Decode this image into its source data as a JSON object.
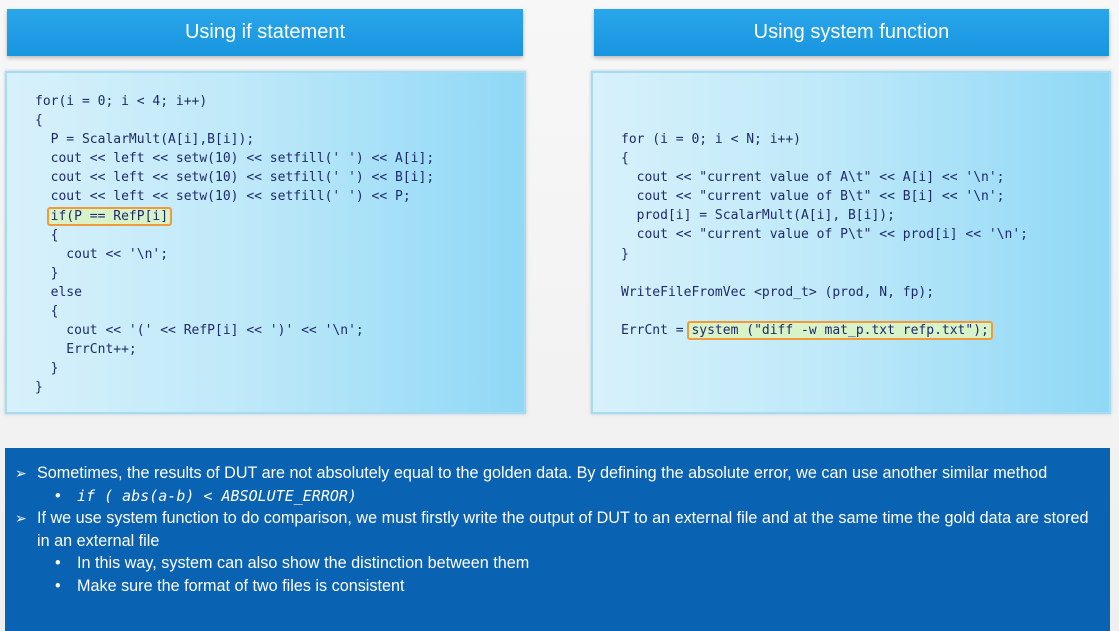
{
  "headers": {
    "left": "Using if statement",
    "right": "Using system function"
  },
  "code_left": {
    "lines": {
      "l1": "for(i = 0; i < 4; i++)",
      "l2": "{",
      "l3": "  P = ScalarMult(A[i],B[i]);",
      "l4": "  cout << left << setw(10) << setfill(' ') << A[i];",
      "l5": "  cout << left << setw(10) << setfill(' ') << B[i];",
      "l6": "  cout << left << setw(10) << setfill(' ') << P;",
      "l7_prefix": "  ",
      "l7_highlight": "if(P == RefP[i]",
      "l8": "  {",
      "l9": "    cout << '\\n';",
      "l10": "  }",
      "l11": "  else",
      "l12": "  {",
      "l13": "    cout << '(' << RefP[i] << ')' << '\\n';",
      "l14": "    ErrCnt++;",
      "l15": "  }",
      "l16": "}"
    }
  },
  "code_right": {
    "lines": {
      "r1": "for (i = 0; i < N; i++)",
      "r2": "{",
      "r3": "  cout << \"current value of A\\t\" << A[i] << '\\n';",
      "r4": "  cout << \"current value of B\\t\" << B[i] << '\\n';",
      "r5": "  prod[i] = ScalarMult(A[i], B[i]);",
      "r6": "  cout << \"current value of P\\t\" << prod[i] << '\\n';",
      "r7": "}",
      "r8": "",
      "r9": "WriteFileFromVec <prod_t> (prod, N, fp);",
      "r10": "",
      "r11_prefix": "ErrCnt = ",
      "r11_highlight": "system (\"diff -w mat_p.txt refp.txt\");"
    }
  },
  "notes": {
    "arrow_glyph": "➢",
    "dot_glyph": "•",
    "b1": "Sometimes, the results of DUT are not absolutely equal to the golden data. By defining the absolute error, we can use another similar method",
    "b1_sub1": "if ( abs(a-b) < ABSOLUTE_ERROR)",
    "b2": "If we use system function to do comparison, we must firstly write the output of DUT to an external file and at the same time the gold data are stored in an external file",
    "b2_sub1": "In this way, system can also show the distinction between them",
    "b2_sub2": "Make sure the format of two files is consistent"
  },
  "colors": {
    "header_blue": "#1e9de6",
    "panel_cyan": "#bfe9f9",
    "notes_blue": "#0a62b3",
    "highlight_orange": "#f29a3a",
    "code_text": "#1e2a6a"
  }
}
